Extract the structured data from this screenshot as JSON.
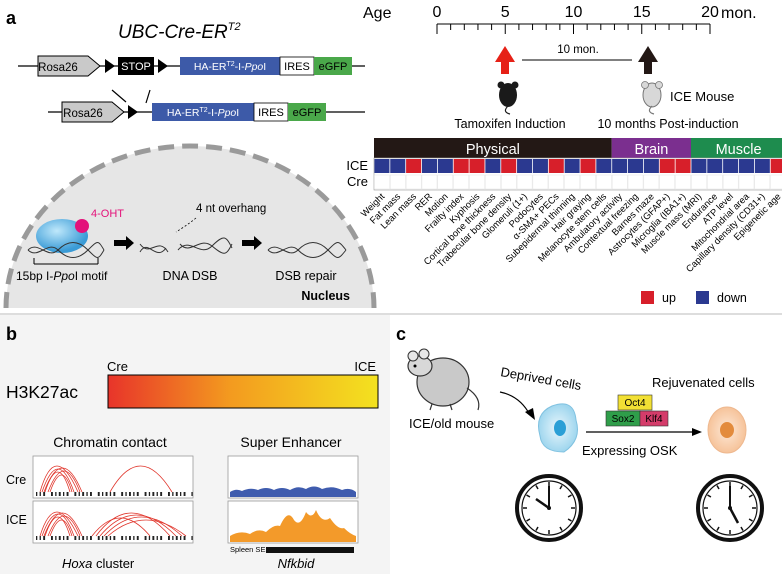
{
  "panel_labels": {
    "a": "a",
    "b": "b",
    "c": "c"
  },
  "panel_a": {
    "construct_title_main": "UBC-Cre-ER",
    "construct_title_sup": "T2",
    "top_construct": {
      "rosa": "Rosa26",
      "stop": "STOP",
      "her_prefix": "HA-ER",
      "her_sup": "T2",
      "her_mid": "-I-",
      "her_italic": "Ppo",
      "her_suffix": "I",
      "ires": "IRES",
      "egfp": "eGFP"
    },
    "bottom_construct": {
      "rosa": "Rosa26",
      "her_prefix": "HA-ER",
      "her_sup": "T2",
      "her_mid": "-I-",
      "her_italic": "Ppo",
      "her_suffix": "I",
      "ires": "IRES",
      "egfp": "eGFP"
    },
    "nucleus": {
      "oht": "4-OHT",
      "overhang": "4 nt overhang",
      "motif_prefix": "15bp I-",
      "motif_italic": "Ppo",
      "motif_suffix": "I motif",
      "dsb": "DNA DSB",
      "repair": "DSB repair",
      "nucleus_label": "Nucleus"
    },
    "timeline": {
      "age_label": "Age",
      "unit": "mon.",
      "ticks": [
        "0",
        "5",
        "10",
        "15",
        "20"
      ],
      "span_label": "10 mon.",
      "tamoxifen": "Tamoxifen Induction",
      "ice_mouse": "ICE Mouse",
      "post": "10 months Post-induction"
    },
    "heatmap": {
      "groups": [
        {
          "name": "Physical",
          "color": "#231815"
        },
        {
          "name": "Brain",
          "color": "#7b2f8f"
        },
        {
          "name": "Muscle",
          "color": "#1e8c4e"
        }
      ],
      "rows": [
        "ICE",
        "Cre"
      ],
      "columns": [
        "Weight",
        "Fat mass",
        "Lean mass",
        "RER",
        "Motion",
        "Frailty index",
        "Kyphosis",
        "Cortical bone thickness",
        "Trabecular bone density",
        "Glomeruli (1+)",
        "Podocytes",
        "α-SMA+ PECs",
        "Subepidermal thinning",
        "Hair graying",
        "Melanocyte stem cells",
        "Ambulatory activity",
        "Contextual freezing",
        "Barnes maze",
        "Astrocytes (GFAP+)",
        "Microglia (IBA1+)",
        "Muscle mass (MRI)",
        "Endurance",
        "ATP level",
        "Mitochondrial area",
        "Capillary density (CD31+)",
        "Epigenetic age"
      ],
      "ice_status": [
        "down",
        "down",
        "up",
        "down",
        "down",
        "up",
        "up",
        "down",
        "up",
        "down",
        "down",
        "up",
        "down",
        "up",
        "down",
        "down",
        "down",
        "down",
        "up",
        "up",
        "down",
        "down",
        "down",
        "down",
        "down",
        "up"
      ],
      "up_label": "up",
      "down_label": "down",
      "up_color": "#d71f2a",
      "down_color": "#2b3990"
    }
  },
  "panel_b": {
    "mark": "H3K27ac",
    "cre": "Cre",
    "ice": "ICE",
    "chromatin_title": "Chromatin contact",
    "super_title": "Super Enhancer",
    "cluster_italic": "Hoxa",
    "cluster_suffix": " cluster",
    "gene": "Nfkbid",
    "spleen": "Spleen SE",
    "row_cre": "Cre",
    "row_ice": "ICE"
  },
  "panel_c": {
    "mouse_label": "ICE/old mouse",
    "derived": "Deprived cells",
    "rejuvenated": "Rejuvenated cells",
    "oct4": "Oct4",
    "sox2": "Sox2",
    "klf4": "Klf4",
    "expressing": "Expressing OSK"
  }
}
